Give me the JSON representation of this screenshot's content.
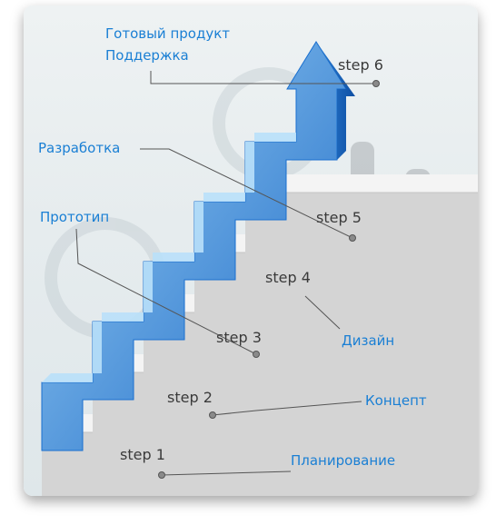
{
  "steps": [
    "step 1",
    "step 2",
    "step 3",
    "step 4",
    "step 5",
    "step 6"
  ],
  "phases": {
    "planning": "Планирование",
    "concept": "Концепт",
    "design": "Дизайн",
    "prototype": "Прототип",
    "development": "Разработка",
    "product_line1": "Готовый продукт",
    "product_line2": "Поддержка"
  },
  "colors": {
    "accent": "#1a7fd4",
    "arrow_light": "#8cc8f4",
    "arrow_dark": "#1766c4",
    "stair_top": "#f4f4f4",
    "stair_front": "#d4d4d4",
    "stair_side": "#bdbdbd",
    "leader": "#555555"
  }
}
